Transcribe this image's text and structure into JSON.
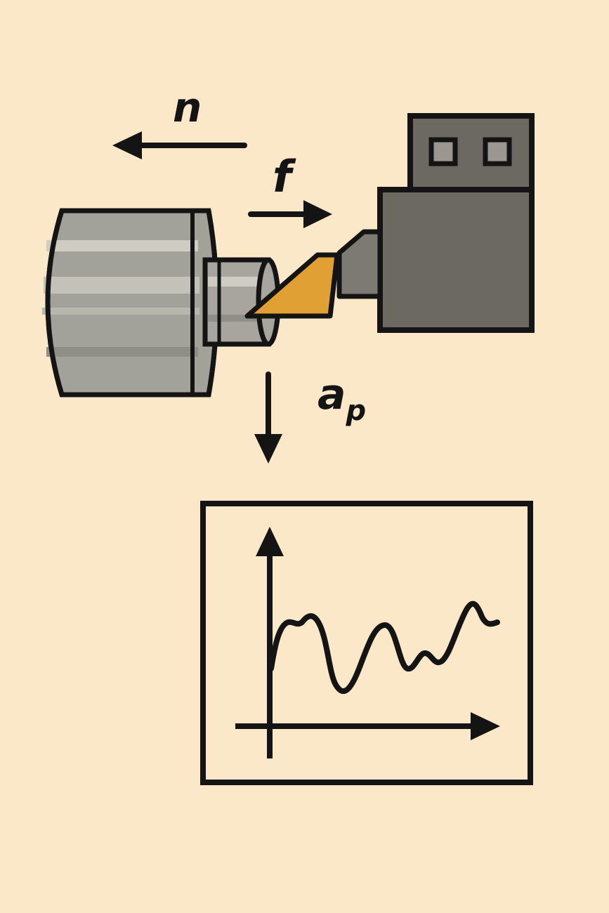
{
  "diagram": {
    "labels": {
      "spindle_speed": "n",
      "feed": "f",
      "depth_of_cut_base": "a",
      "depth_of_cut_sub": "p"
    },
    "colors": {
      "background": "#fbe8c9",
      "outline": "#141414",
      "workpiece_body": "#a3a29a",
      "workpiece_highlight": "#cfcdc3",
      "tool_holder": "#6c6963",
      "insert": "#e0a034"
    },
    "icons": [
      "workpiece-cylinder",
      "cutting-insert",
      "tool-holder",
      "signal-plot"
    ]
  }
}
